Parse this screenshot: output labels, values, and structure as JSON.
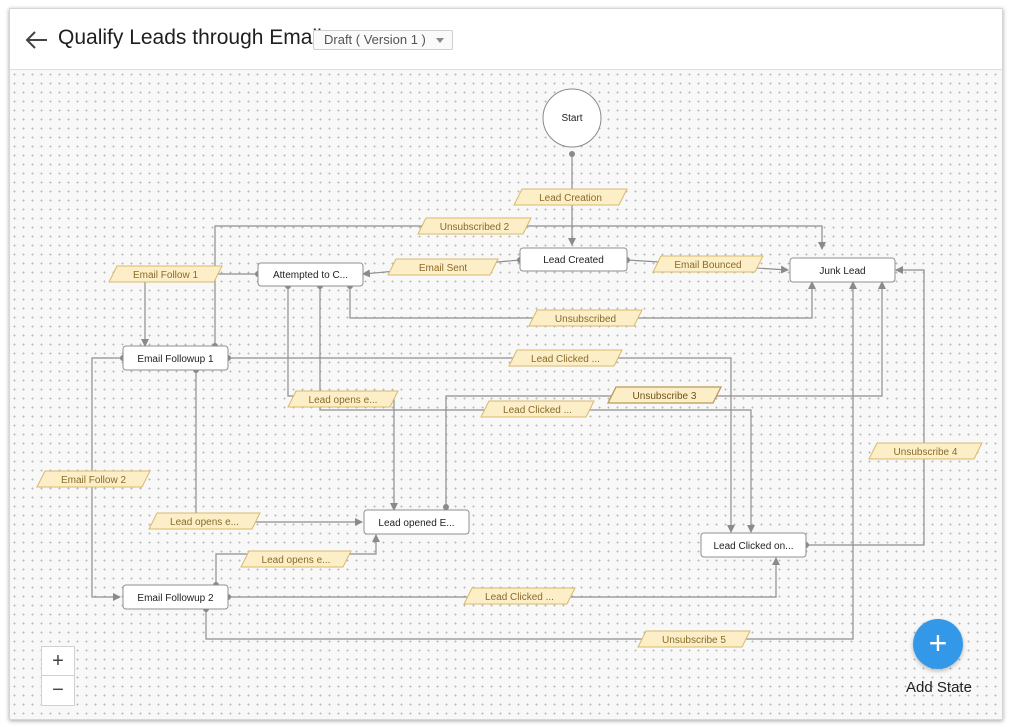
{
  "header": {
    "title": "Qualify Leads through Email",
    "status": "Draft ( Version 1 )"
  },
  "diagram": {
    "start_label": "Start",
    "states": {
      "lead_created": "Lead Created",
      "junk_lead": "Junk Lead",
      "attempted_to_contact": "Attempted to C...",
      "email_followup_1": "Email Followup 1",
      "lead_opened_email": "Lead opened E...",
      "lead_clicked_on": "Lead Clicked on...",
      "email_followup_2": "Email Followup 2"
    },
    "transitions": {
      "lead_creation": "Lead Creation",
      "unsubscribed_2": "Unsubscribed 2",
      "email_follow_1": "Email Follow 1",
      "email_sent": "Email Sent",
      "email_bounced": "Email Bounced",
      "unsubscribed": "Unsubscribed",
      "lead_clicked_1": "Lead Clicked ...",
      "unsubscribe_3": "Unsubscribe 3",
      "lead_opens_1": "Lead opens e...",
      "lead_clicked_2": "Lead Clicked ...",
      "email_follow_2": "Email Follow 2",
      "unsubscribe_4": "Unsubscribe 4",
      "lead_opens_2": "Lead opens e...",
      "lead_opens_3": "Lead opens e...",
      "lead_clicked_3": "Lead Clicked ...",
      "unsubscribe_5": "Unsubscribe 5"
    }
  },
  "zoom": {
    "in": "+",
    "out": "−"
  },
  "add_state": {
    "icon": "+",
    "label": "Add State"
  },
  "colors": {
    "transition_fill": "#fcefc7",
    "transition_border": "#d8b96e",
    "transition_text": "#8a6a2b",
    "connector": "#8f8f8f",
    "accent": "#3498e8"
  }
}
